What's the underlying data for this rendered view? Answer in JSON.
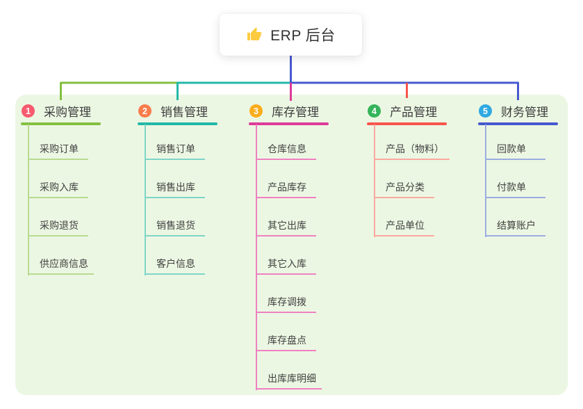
{
  "root": {
    "title": "ERP 后台",
    "icon": "thumbs-up-icon",
    "icon_color": "#FDCB3F"
  },
  "panel": {
    "background": "#ECF7E3"
  },
  "connector_colors": {
    "root_drop": "#4659CE",
    "bus_left_green": "#84BF41",
    "bus_mid_teal": "#23B8A8",
    "bus_right_blue": "#4659CE",
    "center_drop_magenta": "#DD3B99",
    "product_drop_red": "#F7554C"
  },
  "branches": [
    {
      "badge": "1",
      "title": "采购管理",
      "colors": {
        "badge": "#F85A6E",
        "line": "#84BF41",
        "child_line": "#B8DB90"
      },
      "children": [
        "采购订单",
        "采购入库",
        "采购退货",
        "供应商信息"
      ]
    },
    {
      "badge": "2",
      "title": "销售管理",
      "colors": {
        "badge": "#F87D4B",
        "line": "#23B8A8",
        "child_line": "#7ED5C8"
      },
      "children": [
        "销售订单",
        "销售出库",
        "销售退货",
        "客户信息"
      ]
    },
    {
      "badge": "3",
      "title": "库存管理",
      "colors": {
        "badge": "#FBAC1B",
        "line": "#DD3B99",
        "child_line": "#F080C2"
      },
      "children": [
        "仓库信息",
        "产品库存",
        "其它出库",
        "其它入库",
        "库存调拨",
        "库存盘点",
        "出库库明细"
      ]
    },
    {
      "badge": "4",
      "title": "产品管理",
      "colors": {
        "badge": "#35B55B",
        "line": "#F7554C",
        "child_line": "#FBA8A0"
      },
      "children": [
        "产品（物料）",
        "产品分类",
        "产品单位"
      ]
    },
    {
      "badge": "5",
      "title": "财务管理",
      "colors": {
        "badge": "#2FA9E1",
        "line": "#4659CE",
        "child_line": "#9BACE0"
      },
      "children": [
        "回款单",
        "付款单",
        "结算账户"
      ]
    }
  ]
}
